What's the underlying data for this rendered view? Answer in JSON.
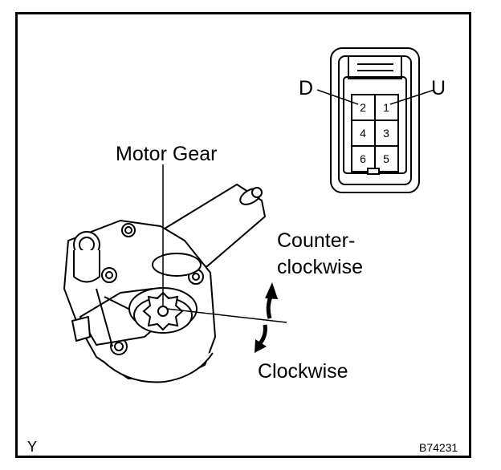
{
  "figure": {
    "labels": {
      "motor_gear": "Motor Gear",
      "counter": "Counter-",
      "clockwise_line2": "clockwise",
      "clockwise": "Clockwise",
      "terminal_d": "D",
      "terminal_u": "U",
      "corner_mark": "Y",
      "figure_code": "B74231"
    },
    "connector": {
      "pins": [
        "2",
        "1",
        "4",
        "3",
        "6",
        "5"
      ]
    }
  }
}
